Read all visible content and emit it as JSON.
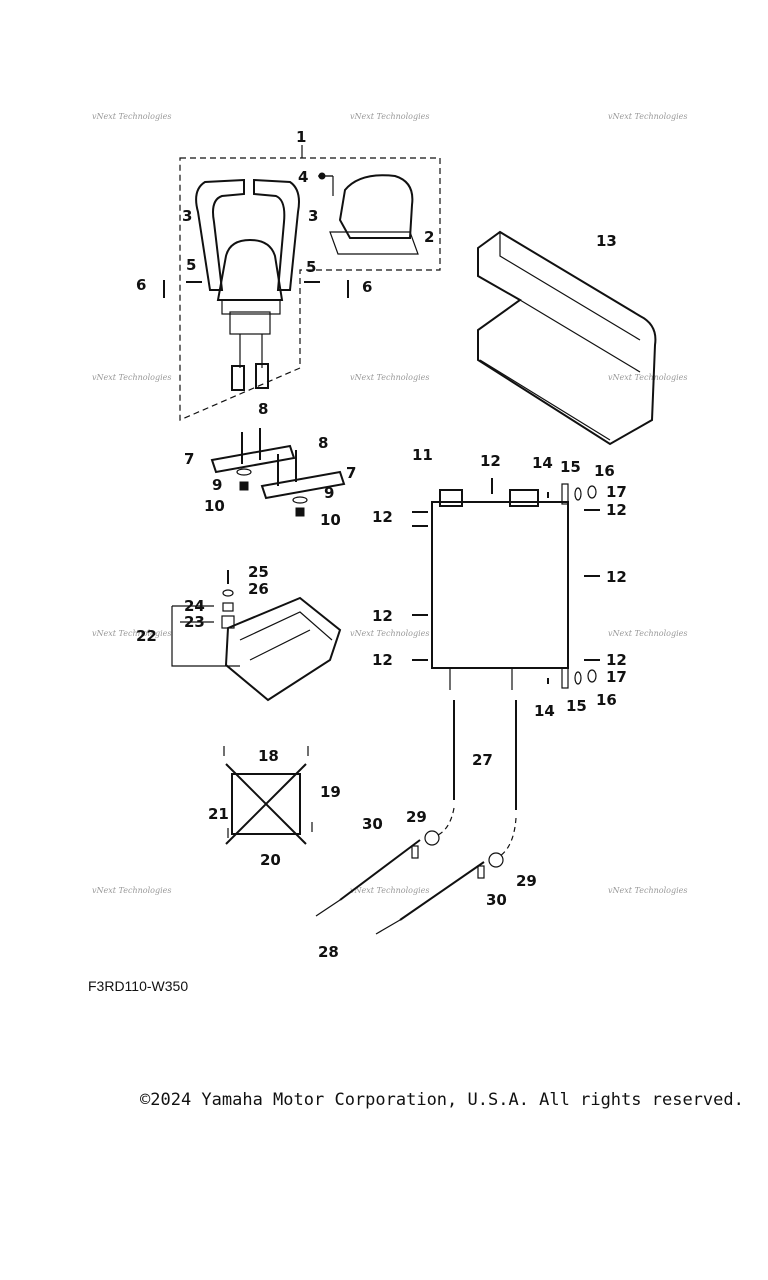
{
  "diagram": {
    "watermark_text": "vNext Technologies",
    "drawing_code": "F3RD110-W350",
    "copyright": "©2024 Yamaha Motor Corporation, U.S.A. All rights reserved.",
    "callouts": {
      "c1": "1",
      "c2": "2",
      "c3a": "3",
      "c3b": "3",
      "c4": "4",
      "c5a": "5",
      "c5b": "5",
      "c6a": "6",
      "c6b": "6",
      "c7a": "7",
      "c7b": "7",
      "c8a": "8",
      "c8b": "8",
      "c9a": "9",
      "c9b": "9",
      "c10a": "10",
      "c10b": "10",
      "c11": "11",
      "c12a": "12",
      "c12b": "12",
      "c12c": "12",
      "c12d": "12",
      "c12e": "12",
      "c12f": "12",
      "c12g": "12",
      "c13": "13",
      "c14a": "14",
      "c14b": "14",
      "c15a": "15",
      "c15b": "15",
      "c16a": "16",
      "c16b": "16",
      "c17a": "17",
      "c17b": "17",
      "c18": "18",
      "c19": "19",
      "c20": "20",
      "c21": "21",
      "c22": "22",
      "c23": "23",
      "c24": "24",
      "c25": "25",
      "c26": "26",
      "c27": "27",
      "c28": "28",
      "c29a": "29",
      "c29b": "29",
      "c30a": "30",
      "c30b": "30"
    }
  }
}
